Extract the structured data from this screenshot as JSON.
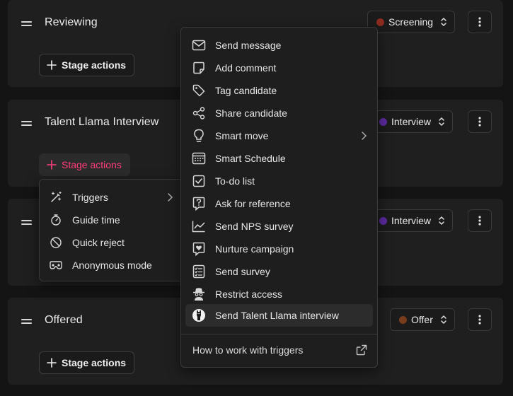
{
  "stages": [
    {
      "title": "Reviewing",
      "status": "Screening",
      "status_color": "#8b2c1f",
      "actions_label": "Stage actions"
    },
    {
      "title": "Talent Llama Interview",
      "status": "Interview",
      "status_color": "#5b2a9e",
      "actions_label": "Stage actions"
    },
    {
      "title": "",
      "status": "Interview",
      "status_color": "#5b2a9e",
      "actions_label": ""
    },
    {
      "title": "Offered",
      "status": "Offer",
      "status_color": "#7a3d1c",
      "actions_label": "Stage actions"
    }
  ],
  "stage_menu": {
    "items": [
      {
        "label": "Triggers",
        "icon": "magic-wand-icon"
      },
      {
        "label": "Guide time",
        "icon": "stopwatch-icon"
      },
      {
        "label": "Quick reject",
        "icon": "block-icon"
      },
      {
        "label": "Anonymous mode",
        "icon": "mask-icon"
      }
    ]
  },
  "triggers_menu": {
    "items": [
      {
        "label": "Send message",
        "icon": "envelope-icon"
      },
      {
        "label": "Add comment",
        "icon": "note-icon"
      },
      {
        "label": "Tag candidate",
        "icon": "tag-icon"
      },
      {
        "label": "Share candidate",
        "icon": "share-icon"
      },
      {
        "label": "Smart move",
        "icon": "lightbulb-icon"
      },
      {
        "label": "Smart Schedule",
        "icon": "calendar-icon"
      },
      {
        "label": "To-do list",
        "icon": "checkbox-icon"
      },
      {
        "label": "Ask for reference",
        "icon": "question-icon"
      },
      {
        "label": "Send NPS survey",
        "icon": "chart-line-icon"
      },
      {
        "label": "Nurture campaign",
        "icon": "heart-chat-icon"
      },
      {
        "label": "Send survey",
        "icon": "checklist-icon"
      },
      {
        "label": "Restrict access",
        "icon": "spy-icon"
      },
      {
        "label": "Send Talent Llama interview",
        "icon": "llama-icon"
      }
    ],
    "footer_label": "How to work with triggers"
  }
}
